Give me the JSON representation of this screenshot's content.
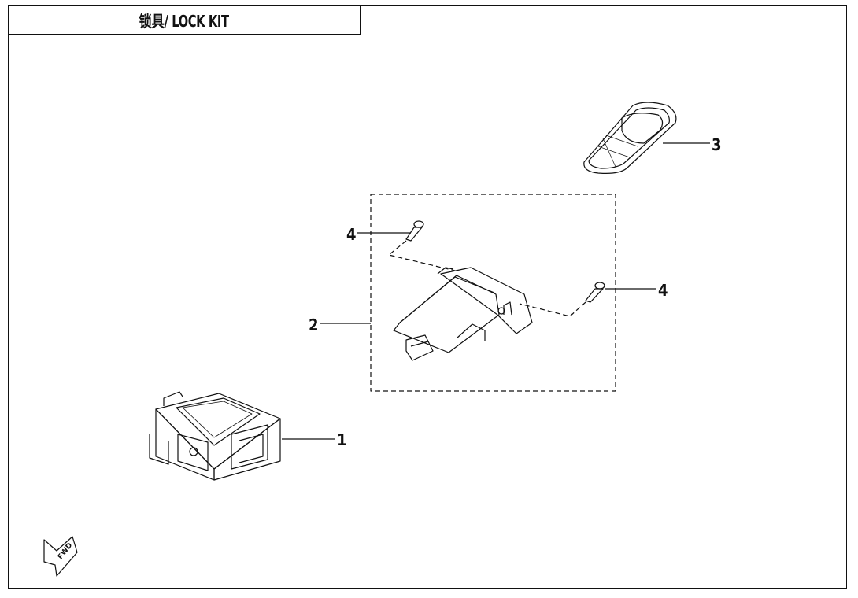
{
  "title": "锁具/ LOCK KIT",
  "callouts": [
    "1",
    "2",
    "3",
    "4",
    "4"
  ],
  "fwd_label": "FWD"
}
